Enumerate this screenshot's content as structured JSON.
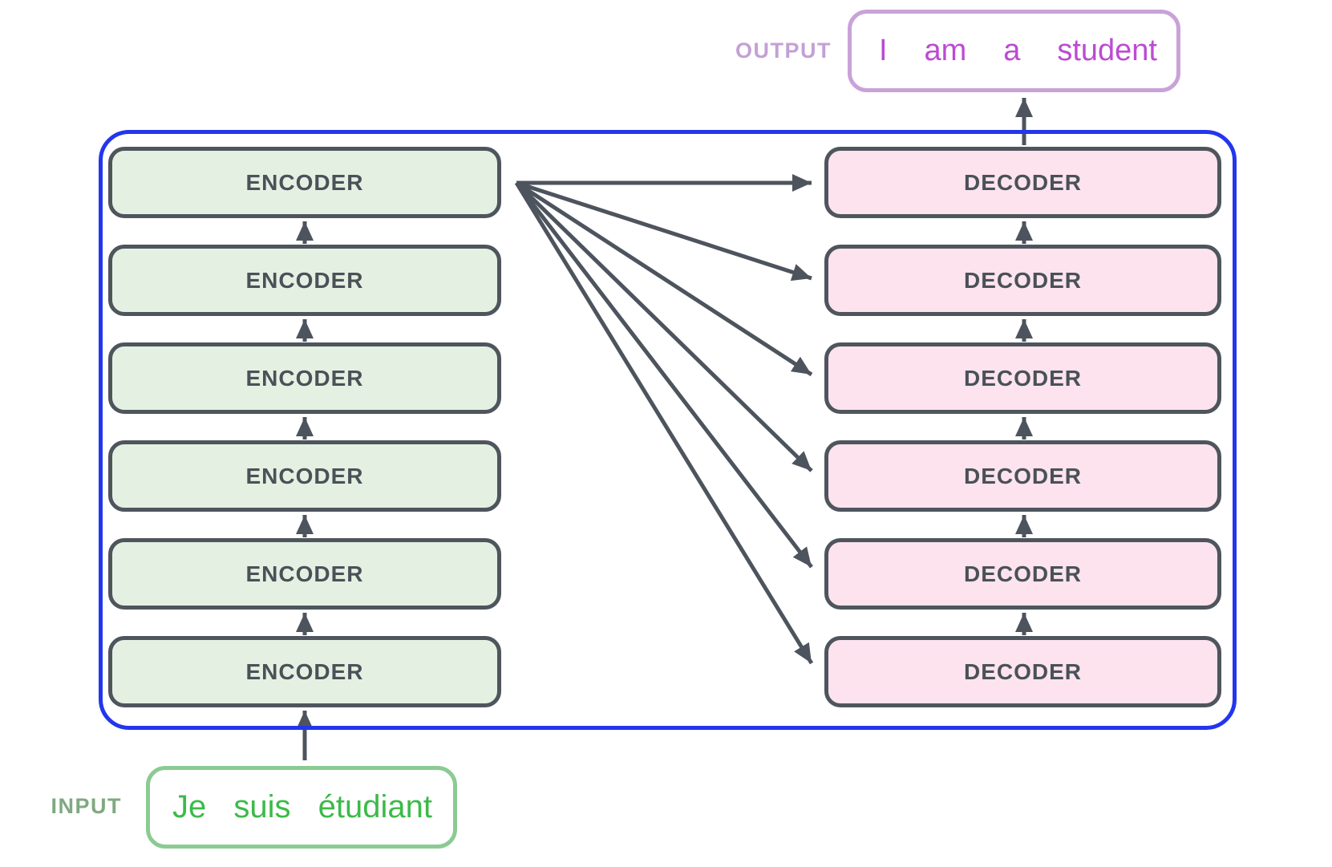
{
  "diagram": {
    "output": {
      "label": "OUTPUT",
      "words": [
        "I",
        "am",
        "a",
        "student"
      ]
    },
    "input": {
      "label": "INPUT",
      "words": [
        "Je",
        "suis",
        "étudiant"
      ]
    },
    "encoders": [
      "ENCODER",
      "ENCODER",
      "ENCODER",
      "ENCODER",
      "ENCODER",
      "ENCODER"
    ],
    "decoders": [
      "DECODER",
      "DECODER",
      "DECODER",
      "DECODER",
      "DECODER",
      "DECODER"
    ],
    "colors": {
      "encoder_fill": "#e4f1e2",
      "decoder_fill": "#fce3ee",
      "box_border": "#4e555d",
      "box_text": "#4a5158",
      "container_border": "#2236ee",
      "arrow": "#4d545e",
      "output_border": "#c9a2d8",
      "output_label_text": "#c4a0d6",
      "output_words_text": "#bc4bd2",
      "input_border": "#8bcb93",
      "input_label_text": "#7fa980",
      "input_words_text": "#3cba49"
    }
  }
}
